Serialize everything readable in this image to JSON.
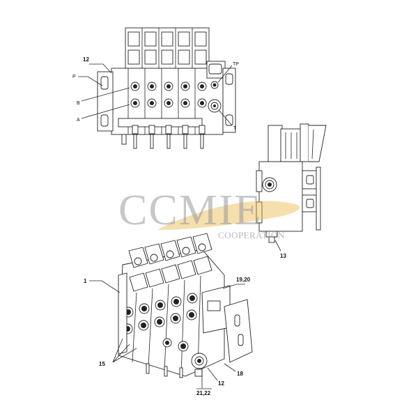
{
  "top_view": {
    "labels": {
      "p": "P",
      "b": "B",
      "a": "A",
      "tp": "TP",
      "t": "T",
      "part12": "12"
    }
  },
  "side_view": {
    "labels": {
      "part13": "13"
    }
  },
  "iso_view": {
    "labels": {
      "part1": "1",
      "part19_20": "19,20",
      "part15": "15",
      "part18": "18",
      "part12": "12",
      "part21_22": "21,22"
    }
  },
  "watermark": {
    "brand": "CCMIE",
    "tagline": "COOPERATION"
  }
}
